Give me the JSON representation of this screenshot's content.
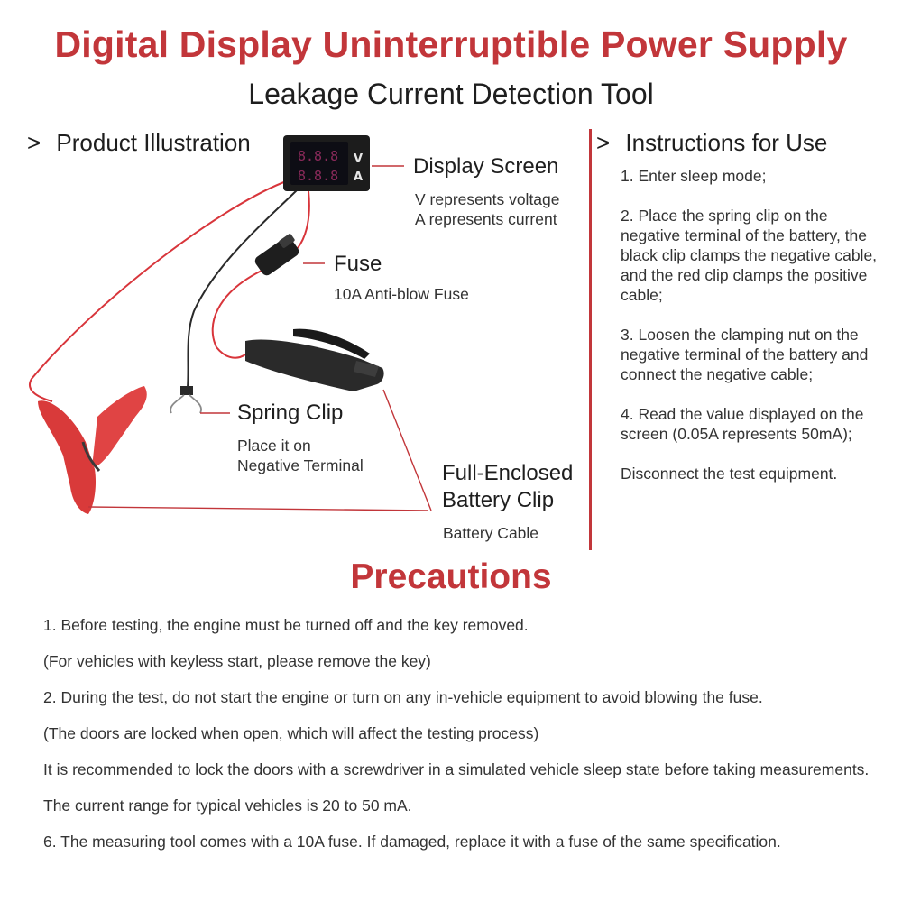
{
  "header": {
    "title": "Digital Display Uninterruptible Power Supply",
    "subtitle": "Leakage Current Detection Tool"
  },
  "illustration": {
    "heading_marker": ">",
    "heading": "Product Illustration",
    "display_letters": [
      "V",
      "A"
    ],
    "display_screen": {
      "title": "Display Screen",
      "lines": [
        "V represents voltage",
        "A represents current"
      ]
    },
    "fuse": {
      "title": "Fuse",
      "detail": "10A Anti-blow Fuse"
    },
    "spring_clip": {
      "title": "Spring Clip",
      "lines": [
        "Place it on",
        "Negative Terminal"
      ]
    },
    "battery_clip": {
      "title_lines": [
        "Full-Enclosed",
        "Battery Clip"
      ],
      "detail": "Battery Cable"
    }
  },
  "instructions": {
    "heading_marker": ">",
    "heading": "Instructions for Use",
    "steps": [
      "1. Enter sleep mode;",
      "2. Place the spring clip on the negative terminal of the battery, the black clip clamps the negative cable, and the red clip clamps the positive cable;",
      "3. Loosen the clamping nut on the negative terminal of the battery and connect the negative cable;",
      "4. Read the value displayed on the screen (0.05A represents 50mA);",
      "Disconnect the test equipment."
    ]
  },
  "precautions": {
    "title": "Precautions",
    "items": [
      "1. Before testing, the engine must be turned off and the key removed.",
      "(For vehicles with keyless start, please remove the key)",
      "2. During the test, do not start the engine or turn on any in-vehicle equipment to avoid blowing the fuse.",
      "(The doors are locked when open, which will affect the testing process)",
      "It is recommended to lock the doors with a screwdriver in a simulated vehicle sleep state before taking measurements.",
      "The current range for typical vehicles is 20 to 50 mA.",
      "6. The measuring tool comes with a 10A fuse. If damaged, replace it with a fuse of the same specification."
    ]
  },
  "colors": {
    "accent_red": "#c2363a",
    "clip_red": "#d93a3a",
    "wire_red": "#d8353b",
    "clip_black": "#2a2a2a",
    "display_digits": "#8a2a5a"
  }
}
